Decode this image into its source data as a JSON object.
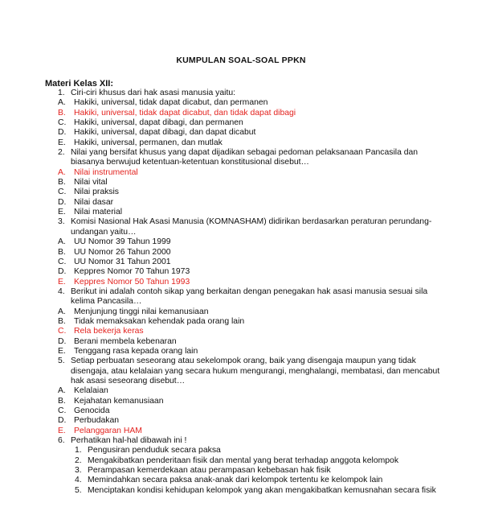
{
  "document": {
    "title": "KUMPULAN SOAL-SOAL PPKN",
    "section": "Materi Kelas XII:",
    "accent_color": "#e3231f",
    "questions": [
      {
        "num": "1.",
        "text": "Ciri-ciri khusus dari hak asasi manusia yaitu:",
        "options": [
          {
            "letter": "A.",
            "text": "Hakiki, universal, tidak dapat dicabut, dan permanen",
            "correct": false
          },
          {
            "letter": "B.",
            "text": "Hakiki, universal, tidak dapat dicabut, dan tidak dapat dibagi",
            "correct": true
          },
          {
            "letter": "C.",
            "text": "Hakiki, universal, dapat dibagi, dan permanen",
            "correct": false
          },
          {
            "letter": "D.",
            "text": "Hakiki, universal, dapat dibagi, dan dapat dicabut",
            "correct": false
          },
          {
            "letter": "E.",
            "text": "Hakiki, universal, permanen, dan mutlak",
            "correct": false
          }
        ]
      },
      {
        "num": "2.",
        "text": "Nilai yang bersifat khusus yang dapat dijadikan sebagai pedoman pelaksanaan Pancasila dan biasanya berwujud ketentuan-ketentuan konstitusional disebut…",
        "options": [
          {
            "letter": "A.",
            "text": "Nilai instrumental",
            "correct": true
          },
          {
            "letter": "B.",
            "text": "Nilai vital",
            "correct": false
          },
          {
            "letter": "C.",
            "text": "Nilai praksis",
            "correct": false
          },
          {
            "letter": "D.",
            "text": "Nilai dasar",
            "correct": false
          },
          {
            "letter": "E.",
            "text": "Nilai material",
            "correct": false
          }
        ]
      },
      {
        "num": "3.",
        "text": "Komisi Nasional Hak Asasi Manusia (KOMNASHAM) didirikan berdasarkan peraturan perundang-undangan yaitu…",
        "options": [
          {
            "letter": "A.",
            "text": "UU Nomor 39 Tahun 1999",
            "correct": false
          },
          {
            "letter": "B.",
            "text": "UU Nomor 26 Tahun 2000",
            "correct": false
          },
          {
            "letter": "C.",
            "text": "UU Nomor 31 Tahun 2001",
            "correct": false
          },
          {
            "letter": "D.",
            "text": "Keppres Nomor 70 Tahun 1973",
            "correct": false
          },
          {
            "letter": "E.",
            "text": "Keppres Nomor 50 Tahun 1993",
            "correct": true
          }
        ]
      },
      {
        "num": "4.",
        "text": "Berikut ini adalah contoh sikap yang berkaitan dengan penegakan hak asasi manusia sesuai sila kelima Pancasila…",
        "options": [
          {
            "letter": "A.",
            "text": "Menjunjung tinggi nilai kemanusiaan",
            "correct": false
          },
          {
            "letter": "B.",
            "text": "Tidak memaksakan kehendak pada orang lain",
            "correct": false
          },
          {
            "letter": "C.",
            "text": "Rela bekerja keras",
            "correct": true
          },
          {
            "letter": "D.",
            "text": "Berani membela kebenaran",
            "correct": false
          },
          {
            "letter": "E.",
            "text": "Tenggang rasa kepada orang lain",
            "correct": false
          }
        ]
      },
      {
        "num": "5.",
        "text": "Setiap perbuatan seseorang atau sekelompok orang, baik yang disengaja maupun yang tidak disengaja, atau kelalaian yang secara hukum mengurangi, menghalangi, membatasi, dan mencabut hak asasi seseorang disebut…",
        "options": [
          {
            "letter": "A.",
            "text": "Kelalaian",
            "correct": false
          },
          {
            "letter": "B.",
            "text": "Kejahatan kemanusiaan",
            "correct": false
          },
          {
            "letter": "C.",
            "text": "Genocida",
            "correct": false
          },
          {
            "letter": "D.",
            "text": "Perbudakan",
            "correct": false
          },
          {
            "letter": "E.",
            "text": "Pelanggaran HAM",
            "correct": true
          }
        ]
      },
      {
        "num": "6.",
        "text": "Perhatikan hal-hal dibawah ini !",
        "subitems": [
          {
            "num": "1.",
            "text": "Pengusiran penduduk secara paksa"
          },
          {
            "num": "2.",
            "text": "Mengakibatkan penderitaan fisik dan mental yang berat terhadap anggota kelompok"
          },
          {
            "num": "3.",
            "text": "Perampasan kemerdekaan atau perampasan kebebasan hak fisik"
          },
          {
            "num": "4.",
            "text": "Memindahkan secara paksa anak-anak dari kelompok tertentu ke kelompok lain"
          },
          {
            "num": "5.",
            "text": "Menciptakan kondisi kehidupan kelompok yang akan mengakibatkan kemusnahan secara fisik"
          }
        ]
      }
    ]
  }
}
